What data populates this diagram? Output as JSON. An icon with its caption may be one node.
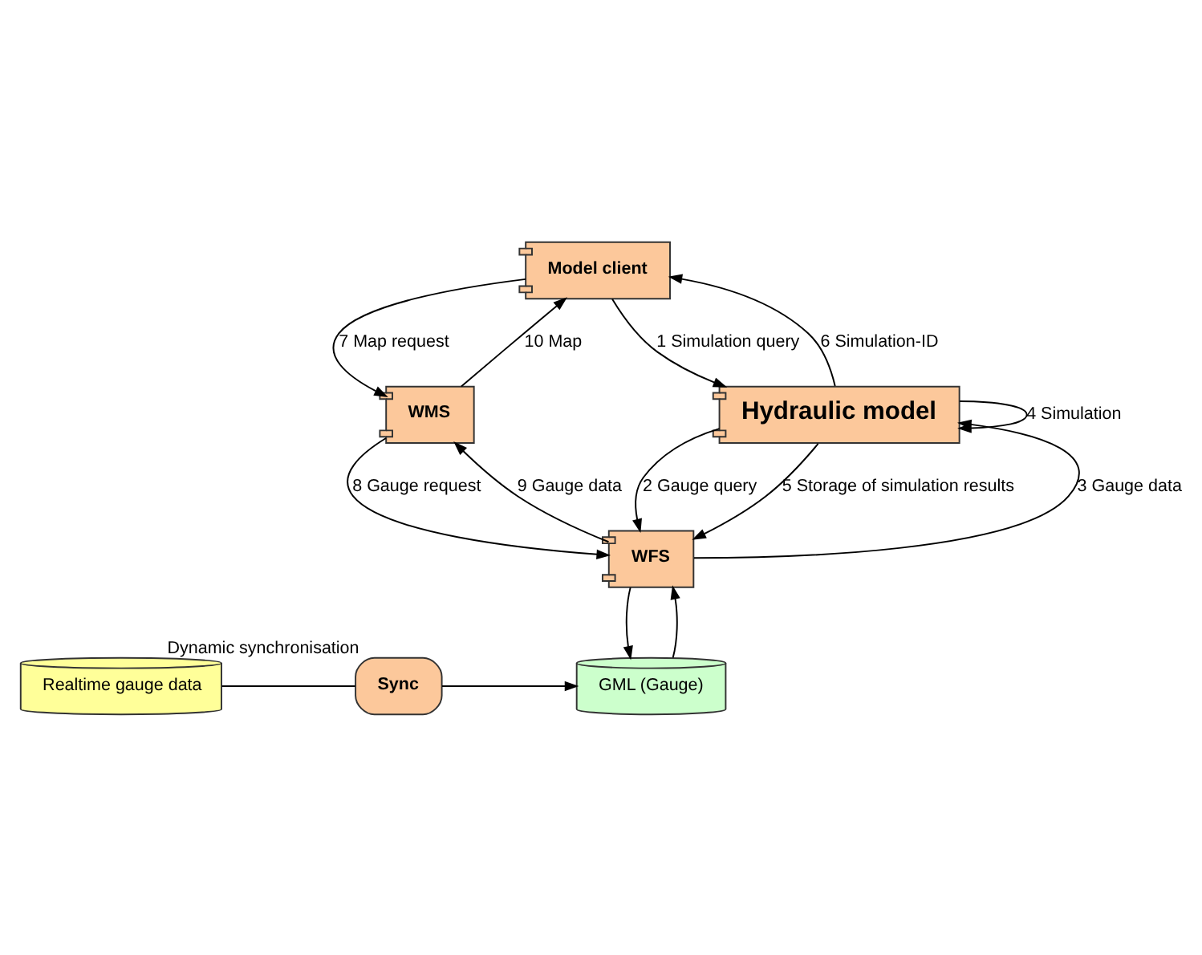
{
  "diagram": {
    "nodes": [
      {
        "text": [
          "Model client"
        ]
      },
      {
        "text": [
          "WMS"
        ]
      },
      {
        "text": [
          "Hydraulic model"
        ]
      },
      {
        "text": [
          "WFS"
        ]
      },
      {
        "text": [
          "Realtime gauge data"
        ]
      },
      {
        "text": [
          "Sync"
        ],
        "beside": [
          "Dynamic synchronisation"
        ]
      },
      {
        "text": [
          "GML (Gauge)"
        ]
      }
    ],
    "edges": [
      {
        "from": 0,
        "to": 1,
        "arrow": "to",
        "label": "7 Map request"
      },
      {
        "from": 1,
        "to": 0,
        "arrow": "to",
        "label": "10 Map"
      },
      {
        "from": 0,
        "to": 2,
        "arrow": "to",
        "label": "1 Simulation query"
      },
      {
        "from": 2,
        "to": 0,
        "arrow": "to",
        "label": "6 Simulation-ID"
      },
      {
        "from": 2,
        "to": 2,
        "arrow": "to",
        "label": "4 Simulation"
      },
      {
        "from": 2,
        "to": 3,
        "arrow": "to",
        "label": "2 Gauge query"
      },
      {
        "from": 3,
        "to": 2,
        "arrow": "to",
        "label": "3 Gauge data"
      },
      {
        "from": 2,
        "to": 3,
        "arrow": "to",
        "label": "5 Storage of simulation results"
      },
      {
        "from": 3,
        "to": 1,
        "arrow": "to",
        "label": "9 Gauge data"
      },
      {
        "from": 1,
        "to": 3,
        "arrow": "to",
        "label": "8 Gauge request"
      },
      {
        "from": 3,
        "to": 6,
        "arrow": "to"
      },
      {
        "from": 6,
        "to": 3,
        "arrow": "to"
      },
      {
        "from": 4,
        "to": 5,
        "arrow": "none"
      },
      {
        "from": 5,
        "to": 6,
        "arrow": "to"
      }
    ]
  }
}
